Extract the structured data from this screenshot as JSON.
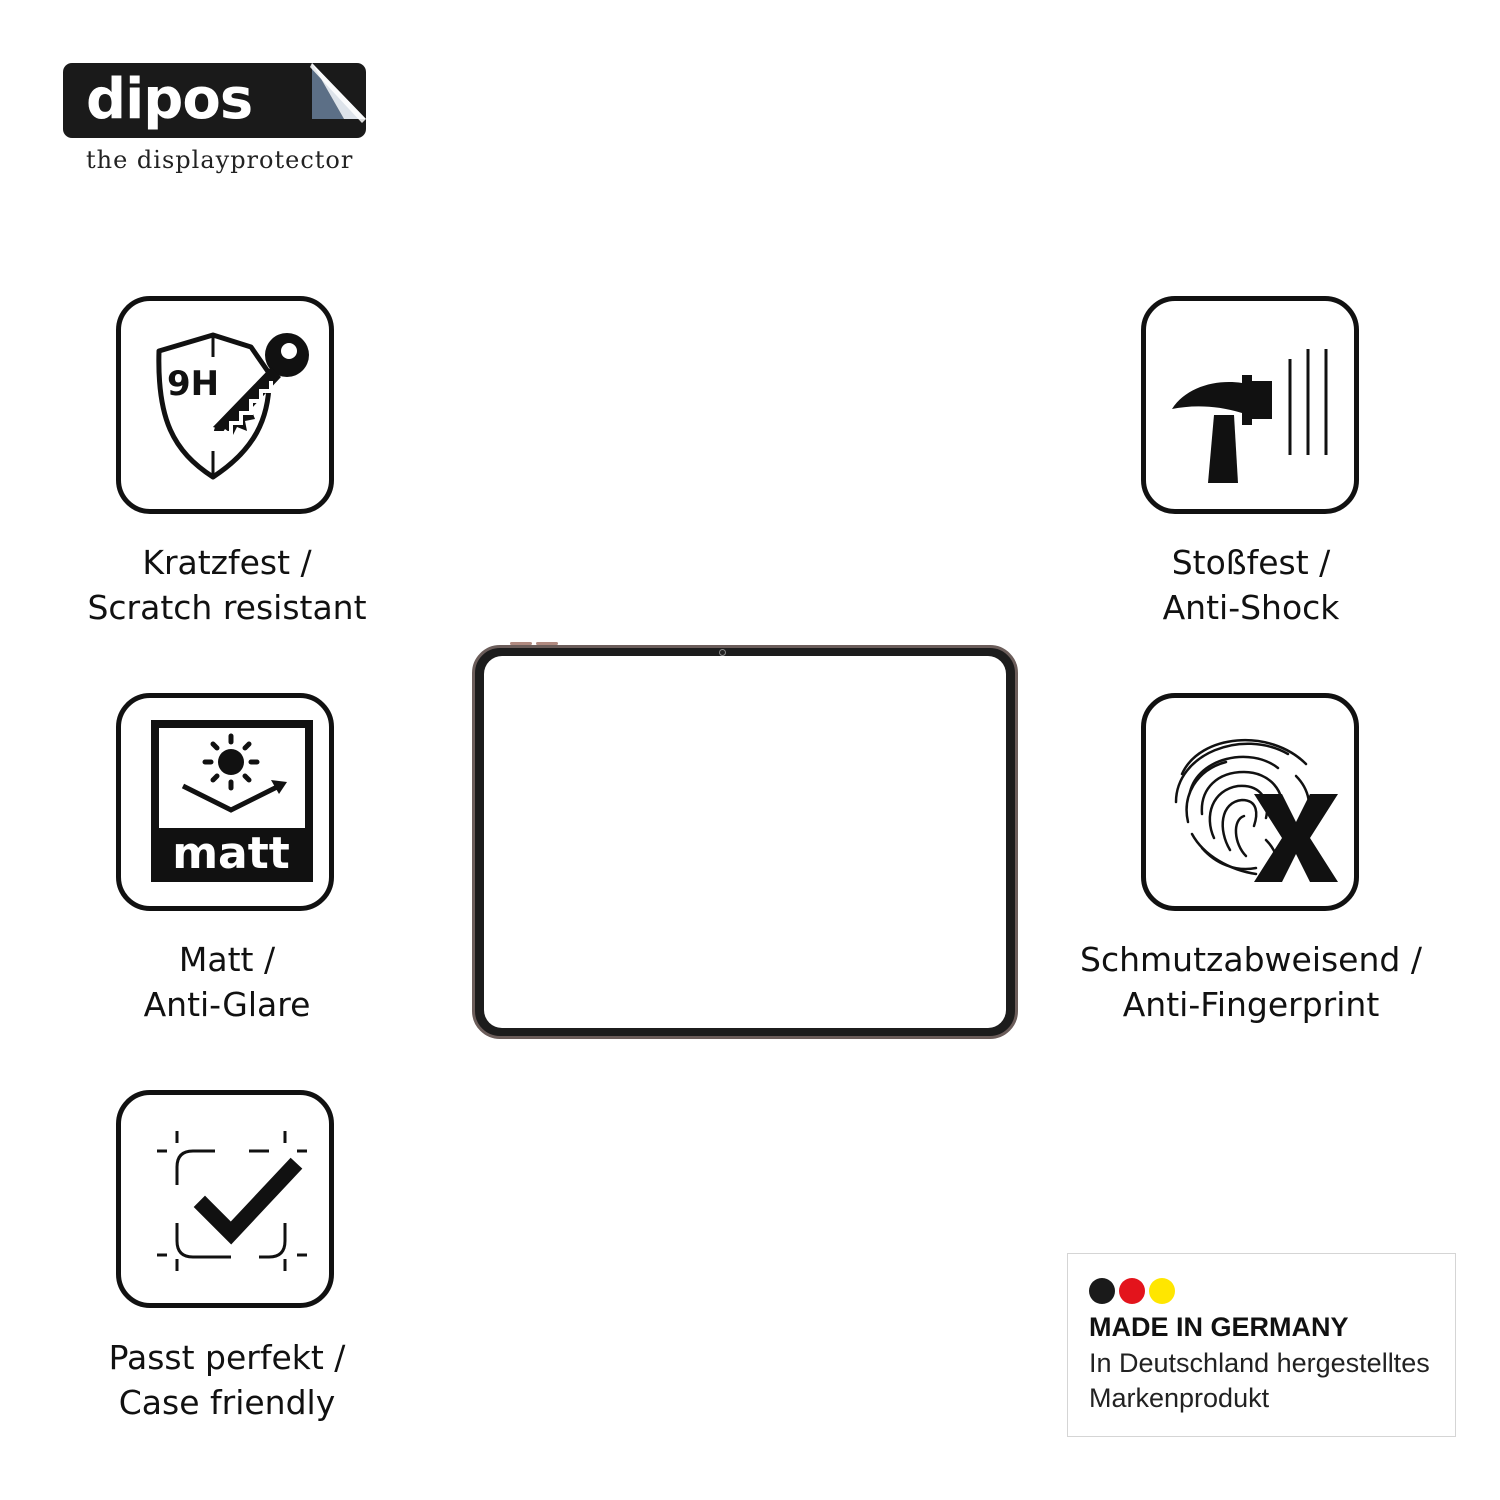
{
  "brand": {
    "name": "dipos",
    "tagline": "the displayprotector"
  },
  "features": {
    "scratch": {
      "icon": "shield-key-9h-icon",
      "badge_text": "9H",
      "line1": "Kratzfest /",
      "line2": "Scratch resistant"
    },
    "matt": {
      "icon": "sun-matt-icon",
      "badge_text": "matt",
      "line1": "Matt /",
      "line2": "Anti-Glare"
    },
    "case": {
      "icon": "frame-check-icon",
      "line1": "Passt perfekt /",
      "line2": "Case friendly"
    },
    "shock": {
      "icon": "hammer-icon",
      "line1": "Stoßfest /",
      "line2": "Anti-Shock"
    },
    "fingerprint": {
      "icon": "fingerprint-x-icon",
      "line1": "Schmutzabweisend /",
      "line2": "Anti-Fingerprint"
    }
  },
  "made_in": {
    "title": "MADE IN GERMANY",
    "line1": "In Deutschland hergestelltes",
    "line2": "Markenprodukt",
    "flag_colors": [
      "#1a1a1a",
      "#e3141c",
      "#ffe600"
    ]
  }
}
